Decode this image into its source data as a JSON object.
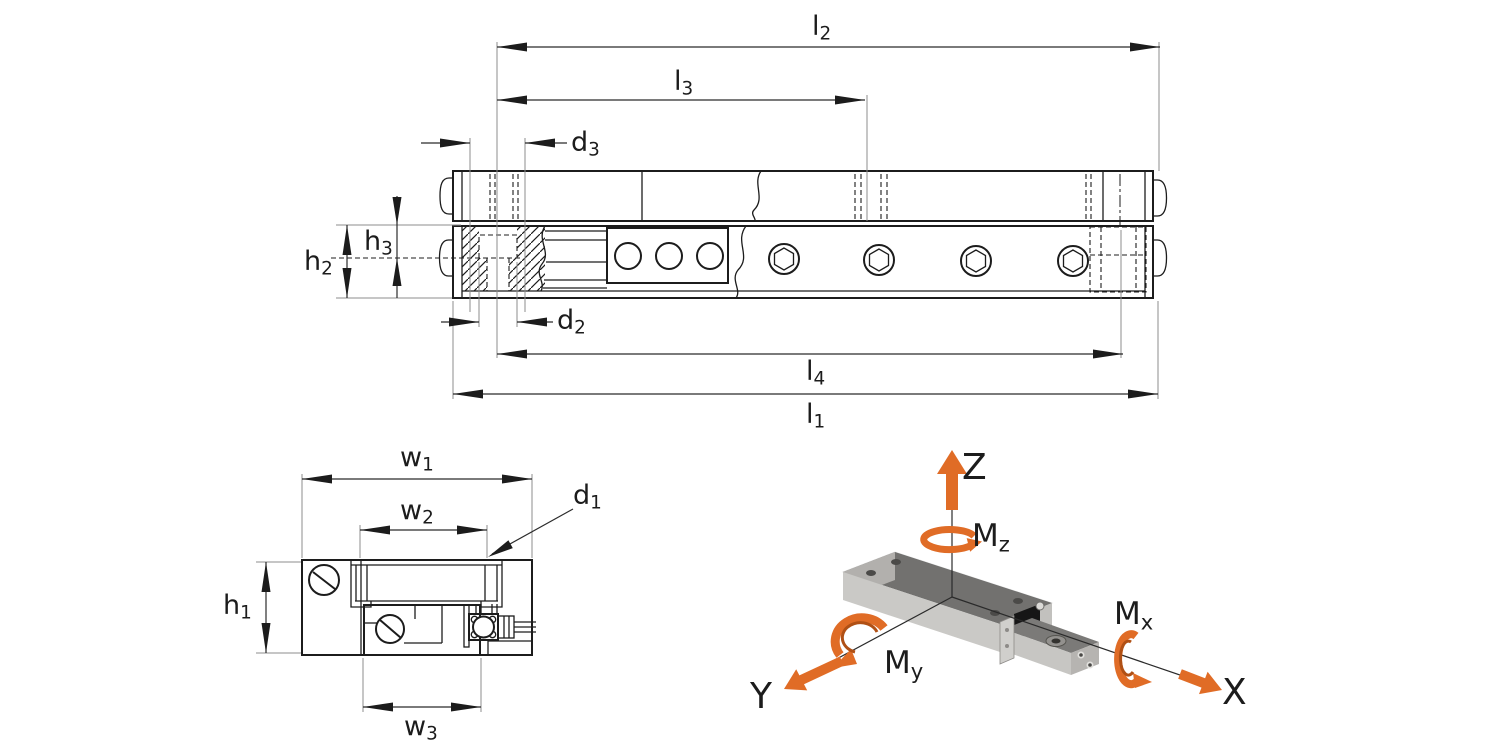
{
  "drawing": {
    "description": "Technical drawing of a miniature linear slide: sectioned side view, end view, and isometric view with load axes",
    "labels": {
      "l1": {
        "main": "l",
        "sub": "1"
      },
      "l2": {
        "main": "l",
        "sub": "2"
      },
      "l3": {
        "main": "l",
        "sub": "3"
      },
      "l4": {
        "main": "l",
        "sub": "4"
      },
      "d1": {
        "main": "d",
        "sub": "1"
      },
      "d2": {
        "main": "d",
        "sub": "2"
      },
      "d3": {
        "main": "d",
        "sub": "3"
      },
      "h1": {
        "main": "h",
        "sub": "1"
      },
      "h2": {
        "main": "h",
        "sub": "2"
      },
      "h3": {
        "main": "h",
        "sub": "3"
      },
      "w1": {
        "main": "w",
        "sub": "1"
      },
      "w2": {
        "main": "w",
        "sub": "2"
      },
      "w3": {
        "main": "w",
        "sub": "3"
      }
    },
    "axes": {
      "x": {
        "main": "X"
      },
      "y": {
        "main": "Y"
      },
      "z": {
        "main": "Z"
      }
    },
    "moments": {
      "mx": {
        "main": "M",
        "sub": "x"
      },
      "my": {
        "main": "M",
        "sub": "y"
      },
      "mz": {
        "main": "M",
        "sub": "z"
      }
    },
    "colors": {
      "line": "#1c1c1c",
      "thin_line": "#8c8c8c",
      "accent_orange": "#e06c26",
      "accent_orange_dark": "#b05015",
      "metal_top": "#72716f",
      "metal_front": "#cac9c6",
      "metal_end": "#b2b0ad",
      "slot_black": "#161616",
      "background": "#ffffff"
    }
  }
}
